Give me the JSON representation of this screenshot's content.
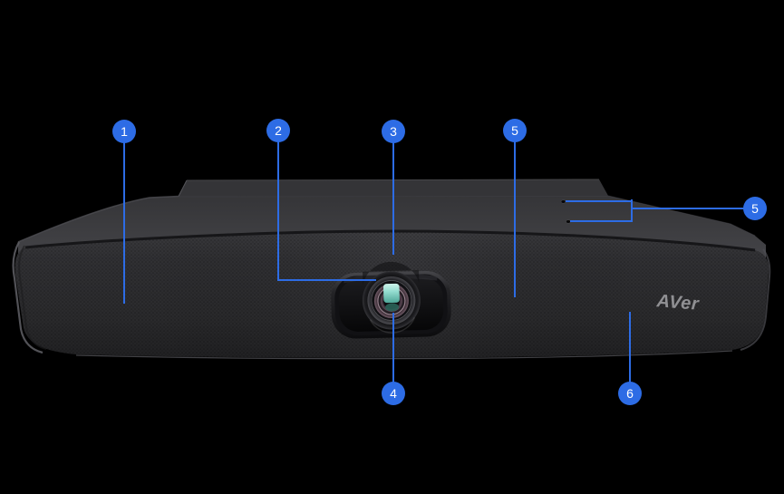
{
  "logo": {
    "text": "AVer"
  },
  "callouts": [
    {
      "label": "1"
    },
    {
      "label": "2"
    },
    {
      "label": "3"
    },
    {
      "label": "4"
    },
    {
      "label": "5"
    },
    {
      "label": "5"
    },
    {
      "label": "6"
    }
  ],
  "colors": {
    "background": "#000000",
    "callout_blue": "#2D6CE5",
    "device_body_gray": "#2B2B2D",
    "device_top_gray": "#39393C",
    "logo_gray": "#909093",
    "lens_teal": "#93DCCF"
  }
}
